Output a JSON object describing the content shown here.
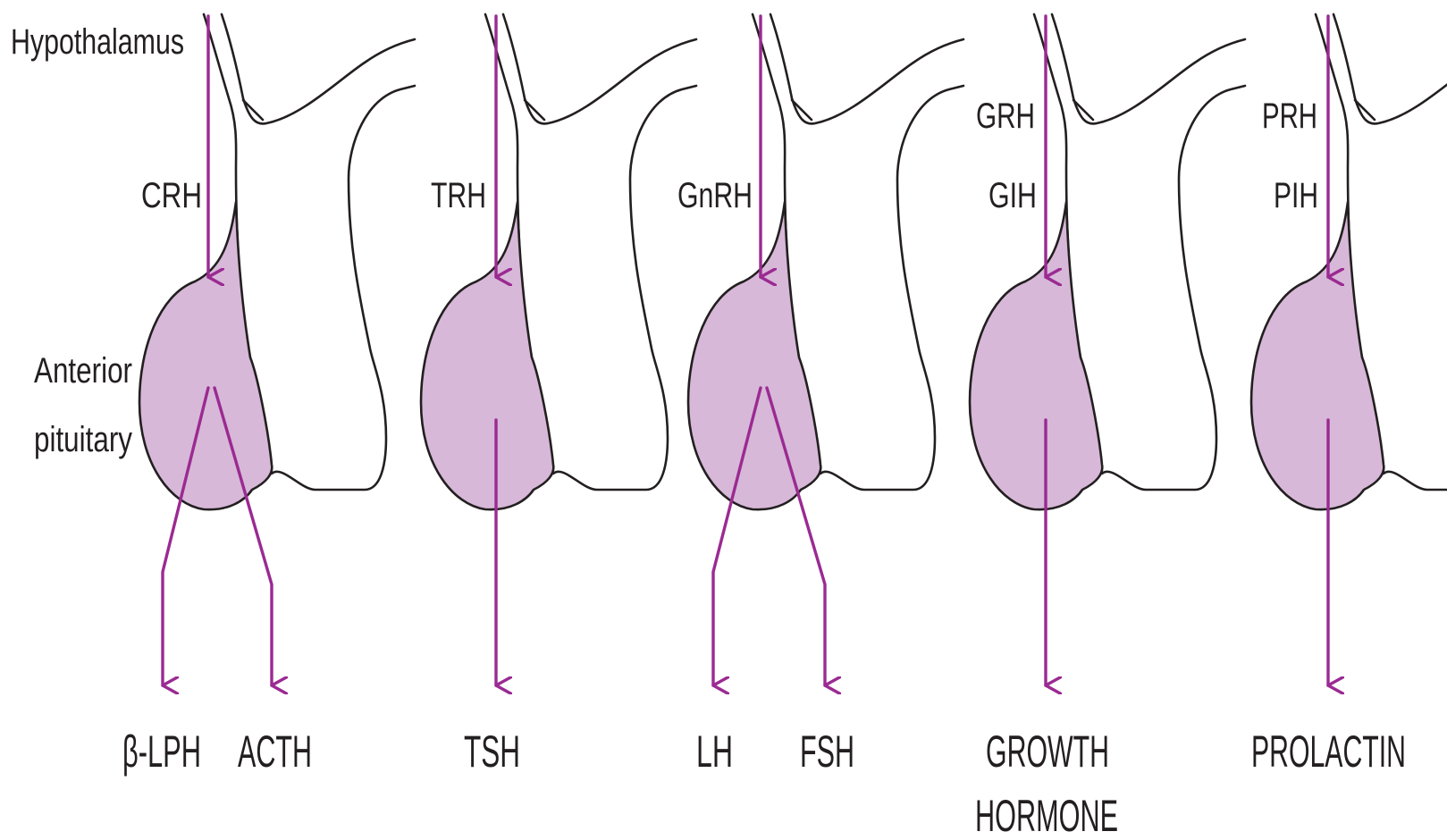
{
  "colors": {
    "arrow": "#9b2a92",
    "anterior_fill": "#d7b8d8",
    "outline": "#231f20",
    "background": "#ffffff"
  },
  "labels": {
    "hypothalamus": "Hypothalamus",
    "anterior_line1": "Anterior",
    "anterior_line2": "pituitary"
  },
  "panels": [
    {
      "releasing": [
        "CRH"
      ],
      "hormones": [
        "β-LPH",
        "ACTH"
      ]
    },
    {
      "releasing": [
        "TRH"
      ],
      "hormones": [
        "TSH"
      ]
    },
    {
      "releasing": [
        "GnRH"
      ],
      "hormones": [
        "LH",
        "FSH"
      ]
    },
    {
      "releasing": [
        "GRH",
        "GIH"
      ],
      "hormones": [
        "GROWTH HORMONE"
      ],
      "hormone_lines": [
        "GROWTH",
        "HORMONE"
      ]
    },
    {
      "releasing": [
        "PRH",
        "PIH"
      ],
      "hormones": [
        "PROLACTIN"
      ]
    }
  ]
}
